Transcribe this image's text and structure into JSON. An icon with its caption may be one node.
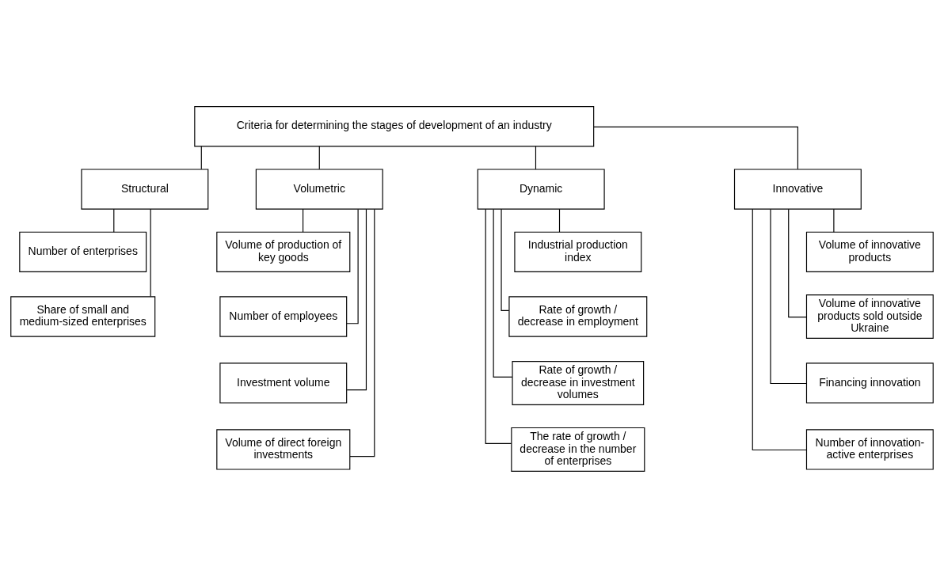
{
  "diagram": {
    "nodes": [
      {
        "text": [
          "Criteria for determining the stages of development of an industry"
        ]
      },
      {
        "text": [
          "Structural"
        ]
      },
      {
        "text": [
          "Volumetric"
        ]
      },
      {
        "text": [
          "Dynamic"
        ]
      },
      {
        "text": [
          "Innovative"
        ]
      },
      {
        "text": [
          "Number of enterprises"
        ]
      },
      {
        "text": [
          "Share of small and medium-sized enterprises"
        ]
      },
      {
        "text": [
          "Volume of production of key goods"
        ]
      },
      {
        "text": [
          "Number of employees"
        ]
      },
      {
        "text": [
          "Investment volume"
        ]
      },
      {
        "text": [
          "Volume of direct foreign investments"
        ]
      },
      {
        "text": [
          "Industrial production index"
        ]
      },
      {
        "text": [
          "Rate of growth / decrease in employment"
        ]
      },
      {
        "text": [
          "Rate of growth / decrease in investment volumes"
        ]
      },
      {
        "text": [
          "The rate of growth / decrease in the number of enterprises"
        ]
      },
      {
        "text": [
          "Volume of innovative products"
        ]
      },
      {
        "text": [
          "Volume of innovative products sold outside Ukraine"
        ]
      },
      {
        "text": [
          "Financing innovation"
        ]
      },
      {
        "text": [
          "Number of innovation-active enterprises"
        ]
      }
    ],
    "edges": [
      {
        "from": 0,
        "to": 1,
        "arrow": "none"
      },
      {
        "from": 0,
        "to": 2,
        "arrow": "none"
      },
      {
        "from": 0,
        "to": 3,
        "arrow": "none"
      },
      {
        "from": 0,
        "to": 4,
        "arrow": "none"
      },
      {
        "from": 1,
        "to": 5,
        "arrow": "none"
      },
      {
        "from": 1,
        "to": 6,
        "arrow": "none"
      },
      {
        "from": 2,
        "to": 7,
        "arrow": "none"
      },
      {
        "from": 2,
        "to": 8,
        "arrow": "none"
      },
      {
        "from": 2,
        "to": 9,
        "arrow": "none"
      },
      {
        "from": 2,
        "to": 10,
        "arrow": "none"
      },
      {
        "from": 3,
        "to": 11,
        "arrow": "none"
      },
      {
        "from": 3,
        "to": 12,
        "arrow": "none"
      },
      {
        "from": 3,
        "to": 13,
        "arrow": "none"
      },
      {
        "from": 3,
        "to": 14,
        "arrow": "none"
      },
      {
        "from": 4,
        "to": 15,
        "arrow": "none"
      },
      {
        "from": 4,
        "to": 16,
        "arrow": "none"
      },
      {
        "from": 4,
        "to": 17,
        "arrow": "none"
      },
      {
        "from": 4,
        "to": 18,
        "arrow": "none"
      }
    ]
  }
}
